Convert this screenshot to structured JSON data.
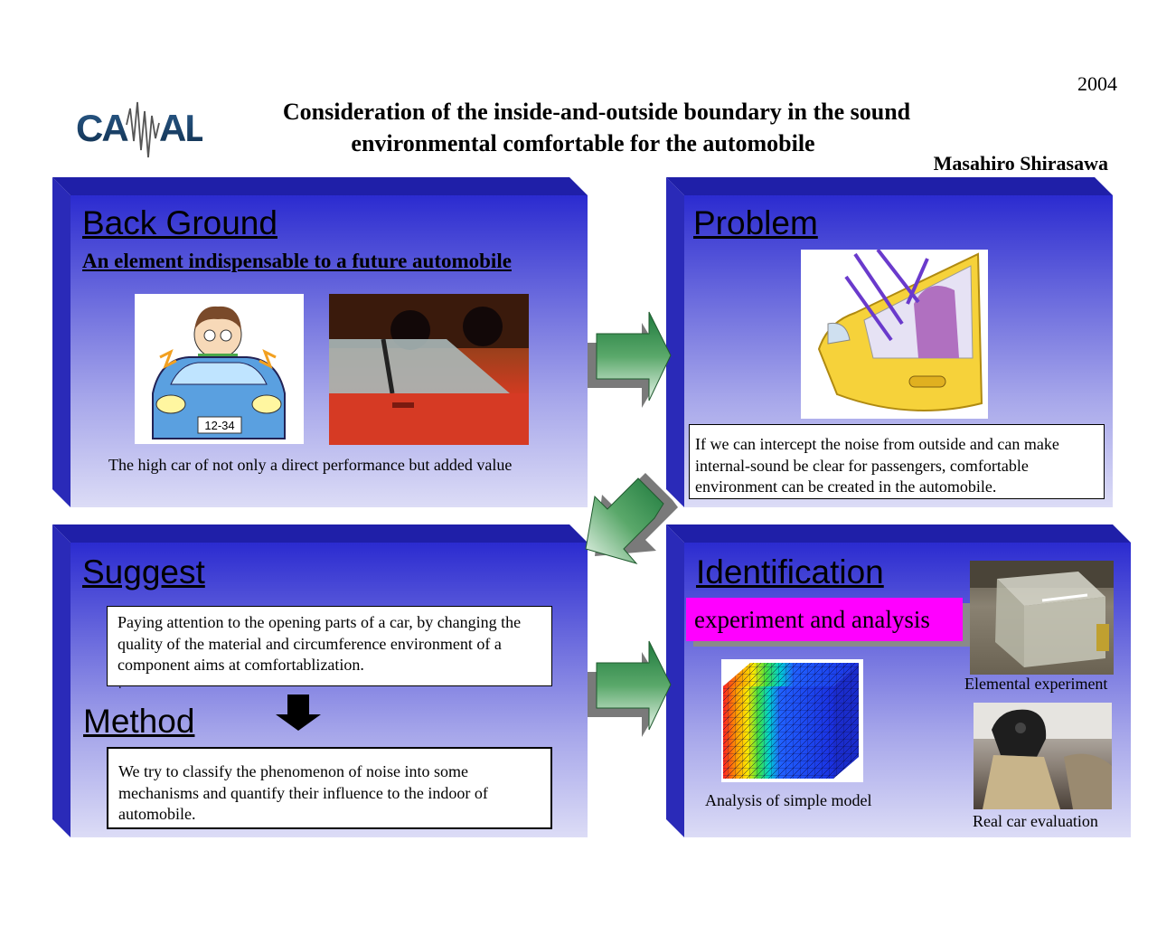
{
  "header": {
    "logo_text": "CAMAL",
    "title_line1": "Consideration of the inside-and-outside boundary in the sound",
    "title_line2": "environmental comfortable for the automobile",
    "year": "2004",
    "author": "Masahiro Shirasawa"
  },
  "background": {
    "heading": "Back Ground",
    "subheading": "An element indispensable to a future automobile",
    "caption": "The high car of not only a direct performance but added value"
  },
  "problem": {
    "heading": "Problem",
    "text": "If we can intercept the noise from outside and can make internal-sound be clear for passengers, comfortable environment can be created in the automobile."
  },
  "suggest": {
    "heading": "Suggest",
    "text": "Paying attention to the opening parts of a car, by changing the quality of the material and circumference environment of a component aims at comfortablization.",
    "dot": "."
  },
  "method": {
    "heading": "Method",
    "text": "We try to classify the phenomenon of noise into some mechanisms and quantify their influence to the indoor of automobile."
  },
  "identification": {
    "heading": "Identification",
    "highlight": "experiment and analysis",
    "caption_experiment": "Elemental experiment",
    "caption_model": "Analysis of simple model",
    "caption_real": "Real car evaluation"
  },
  "colors": {
    "panel_top": "#2b2bd0",
    "panel_bottom": "#dcdcf6",
    "panel_side": "#2a2ab8",
    "arrow_green": "#2f8a4a",
    "highlight": "#ff00ff"
  }
}
